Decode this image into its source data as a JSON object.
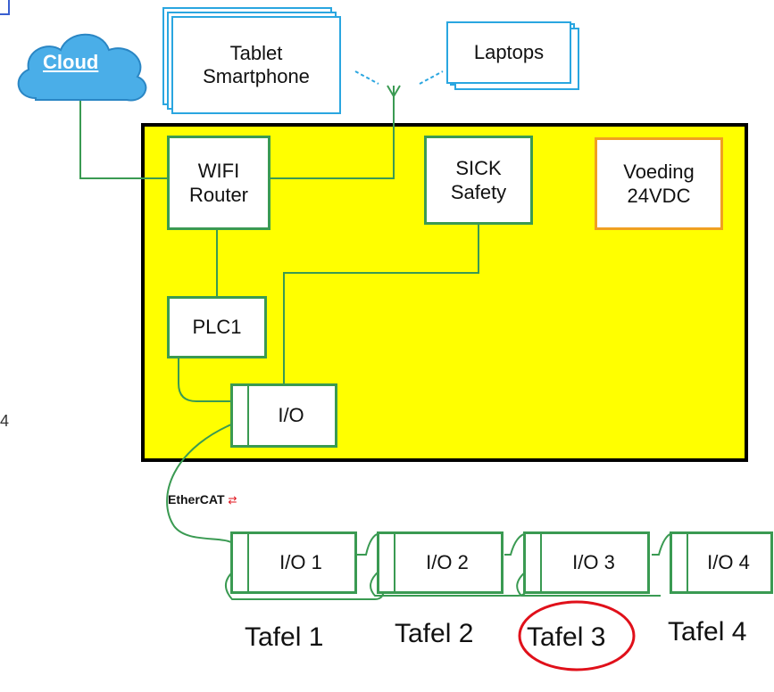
{
  "cloud": {
    "label": "Cloud",
    "color": "#4aaee8"
  },
  "devices": {
    "tablet": "Tablet\nSmartphone",
    "laptops": "Laptops"
  },
  "cabinet": {
    "background": "#ffff00",
    "wifi_router": "WIFI\nRouter",
    "sick_safety": "SICK\nSafety",
    "power_supply": "Voeding\n24VDC",
    "plc": "PLC1",
    "io": "I/O"
  },
  "bus": {
    "ethercat_label": "EtherCAT"
  },
  "io_modules": [
    "I/O 1",
    "I/O 2",
    "I/O 3",
    "I/O 4"
  ],
  "tables": [
    "Tafel 1",
    "Tafel 2",
    "Tafel 3",
    "Tafel 4"
  ],
  "highlighted_table": "Tafel 3",
  "margin_text": "4"
}
